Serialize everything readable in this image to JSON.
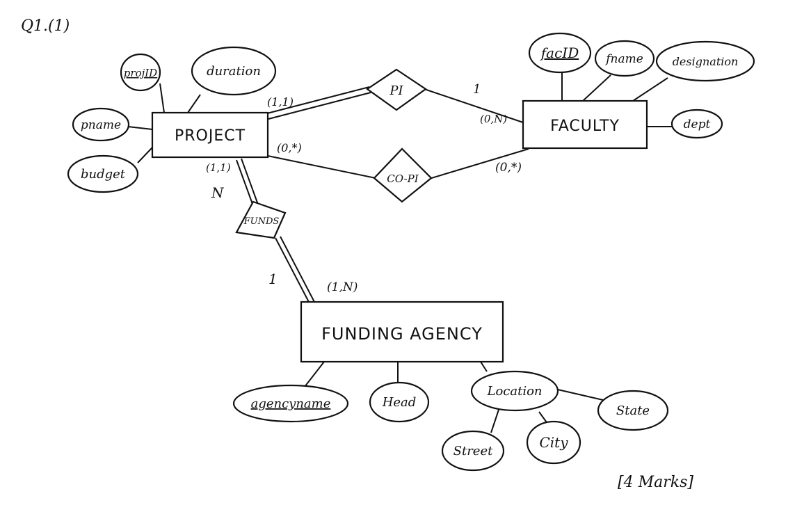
{
  "question_label": "Q1.(1)",
  "marks": "[4 Marks]",
  "entities": {
    "project": "PROJECT",
    "faculty": "FACULTY",
    "funding_agency": "FUNDING AGENCY"
  },
  "relationships": {
    "pi": "PI",
    "co_pi": "CO-PI",
    "funds": "FUNDS"
  },
  "attributes": {
    "projid": "projID",
    "duration": "duration",
    "pname": "pname",
    "budget": "budget",
    "facid": "facID",
    "fname": "fname",
    "designation": "designation",
    "dept": "dept",
    "agencyname": "agencyname",
    "head": "Head",
    "location": "Location",
    "street": "Street",
    "city": "City",
    "state": "State"
  },
  "cardinalities": {
    "project_pi": "(1,1)",
    "pi_faculty_ratio": "1",
    "faculty_pi": "(0,N)",
    "project_copi": "(0,*)",
    "faculty_copi": "(0,*)",
    "project_funds": "(1,1)",
    "project_funds_ratio": "N",
    "funds_agency_ratio": "1",
    "agency_funds": "(1,N)"
  }
}
